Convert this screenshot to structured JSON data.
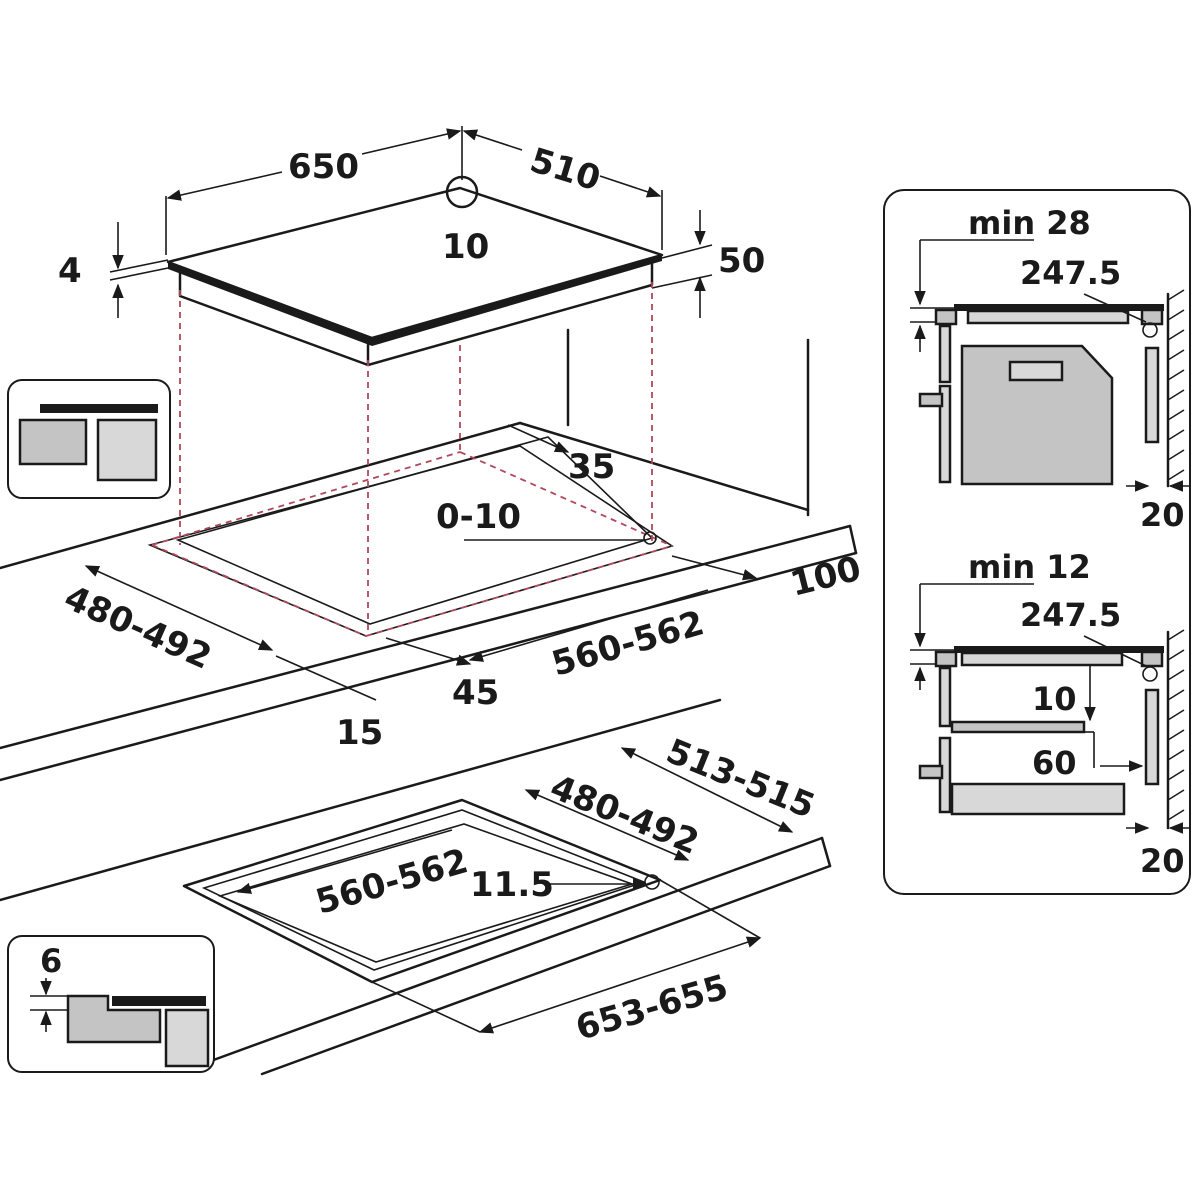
{
  "hob": {
    "width": "650",
    "depth": "510",
    "corner_radius": "10",
    "glass_thickness": "4",
    "body_height": "50"
  },
  "flush_mount_cutout": {
    "clearance_back": "35",
    "edge_tolerance": "0-10",
    "side_clearance": "100",
    "cutout_depth": "480-492",
    "cutout_width": "560-562",
    "front_clearance": "45",
    "front_edge": "15"
  },
  "recessed_cutout": {
    "outer_depth": "513-515",
    "inner_depth": "480-492",
    "inner_width": "560-562",
    "corner_radius": "11.5",
    "outer_width": "653-655"
  },
  "detail_recess": {
    "depth": "6"
  },
  "side_oven_detail": {
    "min_label": "min 28",
    "offset": "247.5",
    "wall_gap": "20"
  },
  "side_drawer_detail": {
    "min_label": "min 12",
    "offset": "247.5",
    "shelf_gap": "10",
    "shelf_offset": "60",
    "wall_gap": "20"
  }
}
